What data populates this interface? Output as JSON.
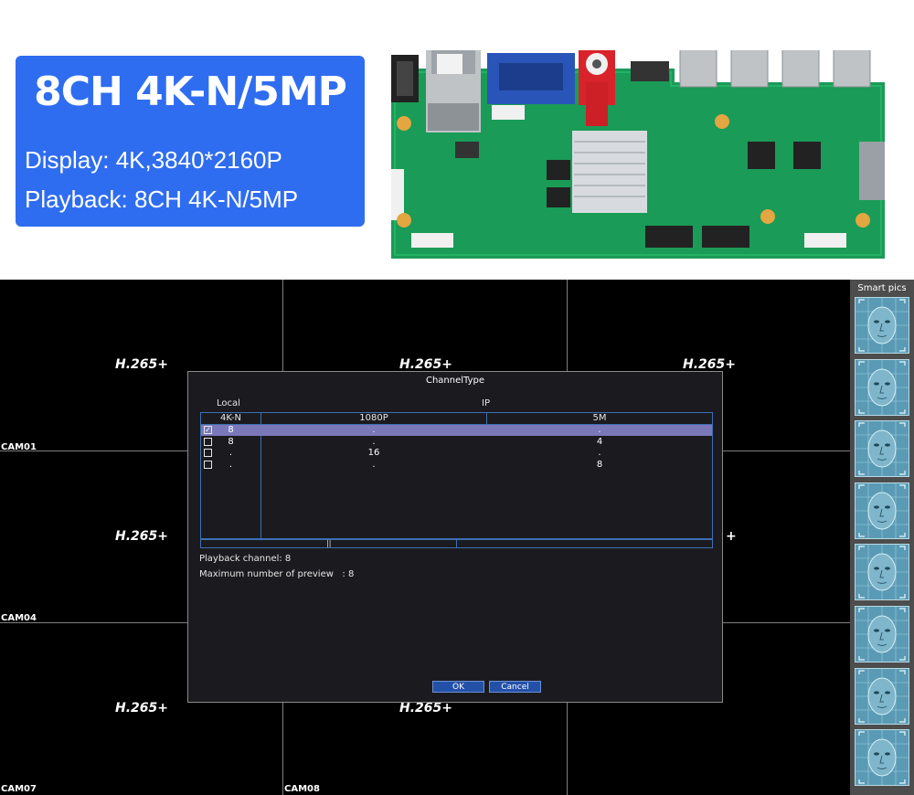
{
  "banner": {
    "title": "8CH 4K-N/5MP",
    "display_line": "Display: 4K,3840*2160P",
    "playback_line": "Playback: 8CH 4K-N/5MP",
    "box_color": "#2f6df0"
  },
  "dvr": {
    "codec_label": "H.265+",
    "cameras": [
      "CAM01",
      "CAM04",
      "CAM07",
      "CAM08"
    ],
    "smart_pics_title": "Smart pics",
    "smart_pics_count": 8
  },
  "dialog": {
    "title": "ChannelType",
    "group_local": "Local",
    "group_ip": "IP",
    "columns": [
      "4K-N",
      "1080P",
      "5M"
    ],
    "rows": [
      {
        "checked": true,
        "local": "8",
        "p1080": ".",
        "m5": "."
      },
      {
        "checked": false,
        "local": "8",
        "p1080": ".",
        "m5": "4"
      },
      {
        "checked": false,
        "local": ".",
        "p1080": "16",
        "m5": "."
      },
      {
        "checked": false,
        "local": ".",
        "p1080": ".",
        "m5": "8"
      }
    ],
    "playback_channel": "Playback channel: 8",
    "max_preview": "Maximum number of preview   : 8",
    "ok_label": "OK",
    "cancel_label": "Cancel",
    "selected_row_color": "#7a78b8",
    "button_color": "#2451a8"
  }
}
